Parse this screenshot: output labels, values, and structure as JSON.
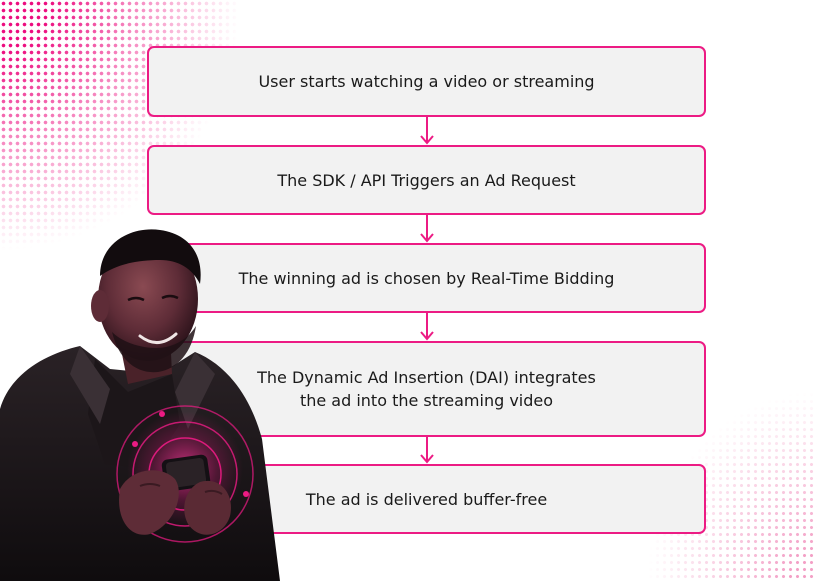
{
  "flow": {
    "steps": [
      {
        "lines": [
          "User starts watching a video or streaming"
        ]
      },
      {
        "lines": [
          "The SDK / API Triggers an Ad Request"
        ]
      },
      {
        "lines": [
          "The winning ad is chosen by Real-Time Bidding"
        ]
      },
      {
        "lines": [
          "The Dynamic Ad Insertion (DAI) integrates",
          "the ad into the streaming video"
        ]
      },
      {
        "lines": [
          "The ad is delivered buffer-free"
        ]
      }
    ]
  },
  "colors": {
    "accent": "#ec1b84",
    "box_fill": "#f2f2f2",
    "text": "#1a1a1a"
  },
  "illustration": {
    "subject": "person-holding-phone-image"
  }
}
